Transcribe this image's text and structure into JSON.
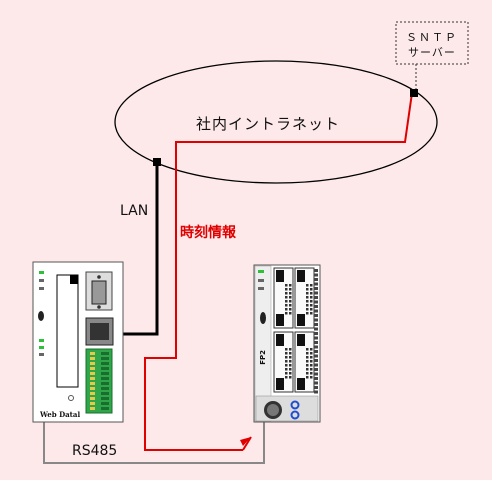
{
  "sntp_server": {
    "line1": "ＳＮＴＰ",
    "line2": "サーバー"
  },
  "intranet": {
    "label": "社内イントラネット"
  },
  "lan": {
    "label": "LAN"
  },
  "time_info": {
    "label": "時刻情報"
  },
  "rs485": {
    "label": "RS485"
  },
  "web_datal": {
    "label": "Web Datal"
  },
  "fp2": {
    "label": "FP2"
  },
  "colors": {
    "background": "#fde9ea",
    "time_signal": "#e00000",
    "rs485_cable": "#888888",
    "lan_cable": "#000000"
  }
}
